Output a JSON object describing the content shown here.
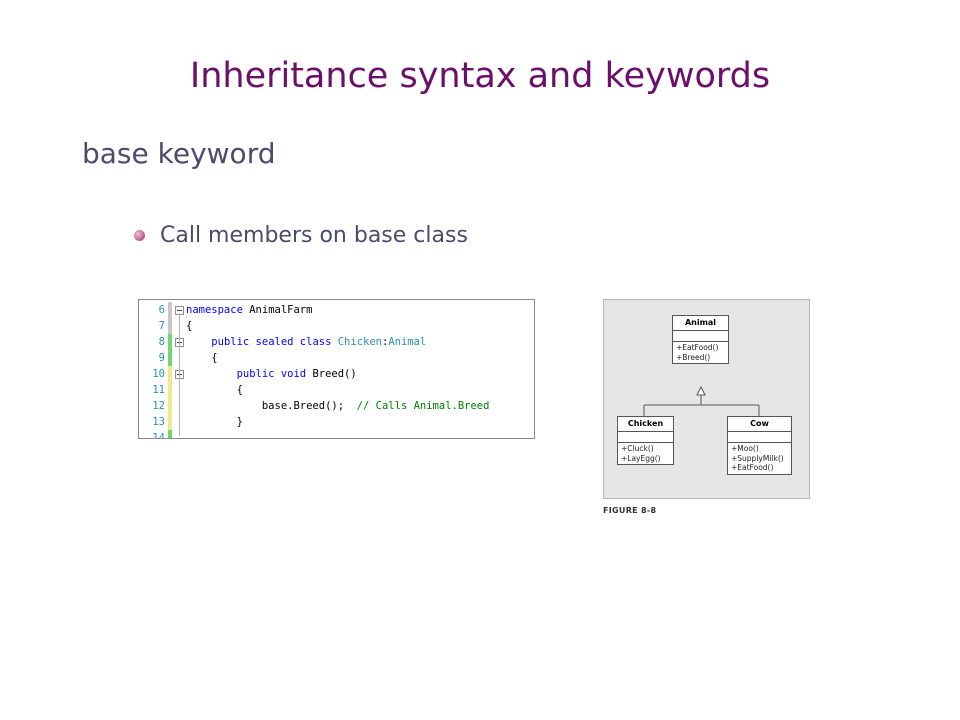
{
  "slide": {
    "title": "Inheritance syntax and keywords",
    "subtitle": "base keyword",
    "bullet": "Call members on base class"
  },
  "code": {
    "lines": [
      {
        "num": "6",
        "bar": "#c7c7c7",
        "fold": true
      },
      {
        "num": "7",
        "bar": "#c7c7c7",
        "fold": false
      },
      {
        "num": "8",
        "bar": "#6fd96f",
        "fold": true
      },
      {
        "num": "9",
        "bar": "#6fd96f",
        "fold": false
      },
      {
        "num": "10",
        "bar": "#f0e88a",
        "fold": true
      },
      {
        "num": "11",
        "bar": "#f0e88a",
        "fold": false
      },
      {
        "num": "12",
        "bar": "#f0e88a",
        "fold": false
      },
      {
        "num": "13",
        "bar": "#f0e88a",
        "fold": false
      },
      {
        "num": "14",
        "bar": "#6fd96f",
        "fold": false
      }
    ],
    "l6_kw": "namespace",
    "l6_name": " AnimalFarm",
    "l7": "{",
    "l8_indent": "    ",
    "l8_kw": "public sealed class",
    "l8_sp": " ",
    "l8_type": "Chicken",
    "l8_colon": ":",
    "l8_base": "Animal",
    "l9": "    {",
    "l10_indent": "        ",
    "l10_kw": "public void",
    "l10_rest": " Breed()",
    "l11": "        {",
    "l12_code": "            base.Breed();  ",
    "l12_comment": "// Calls Animal.Breed",
    "l13": "        }"
  },
  "diagram": {
    "animal": {
      "name": "Animal",
      "methods": [
        "+EatFood()",
        "+Breed()"
      ]
    },
    "chicken": {
      "name": "Chicken",
      "methods": [
        "+Cluck()",
        "+LayEgg()"
      ]
    },
    "cow": {
      "name": "Cow",
      "methods": [
        "+Moo()",
        "+SupplyMilk()",
        "+EatFood()"
      ]
    },
    "caption": "FIGURE 8-8"
  }
}
